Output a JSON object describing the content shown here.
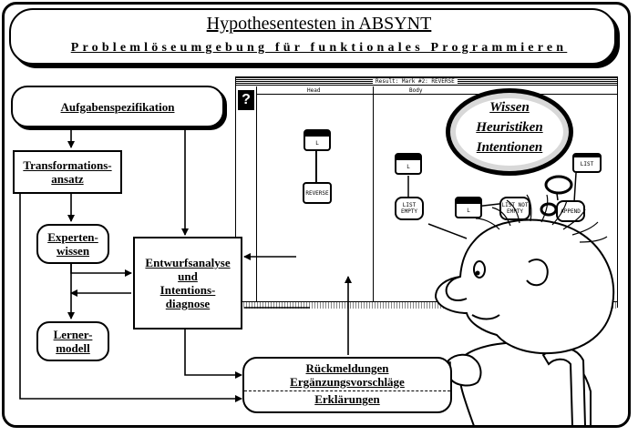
{
  "title": "Hypothesentesten in ABSYNT",
  "subtitle": "Problemlöseumgebung für funktionales Programmieren",
  "boxes": {
    "aufgaben": "Aufgabenspezifikation",
    "transformation": [
      "Transformations-",
      "ansatz"
    ],
    "experten": [
      "Experten-",
      "wissen"
    ],
    "lerner": [
      "Lerner-",
      "modell"
    ],
    "entwurf": [
      "Entwurfsanalyse",
      "und",
      "Intentions-",
      "diagnose"
    ],
    "rueck": [
      "Rückmeldungen",
      "Ergänzungsvorschläge",
      "Erklärungen"
    ]
  },
  "bubble": [
    "Wissen",
    "Heuristiken",
    "Intentionen"
  ],
  "window": {
    "title": "Result: Mark #2: REVERSE",
    "help": "?",
    "head_label": "Head",
    "body_label": "Body",
    "nodes": {
      "head_l": "L",
      "reverse": "REVERSE",
      "body_l1": "L",
      "list_empty": [
        "LIST",
        "EMPTY"
      ],
      "body_l2": "L",
      "list_not_empty": [
        "LIST NOT",
        "EMPTY"
      ],
      "list": "LIST",
      "append": "APPEND"
    }
  }
}
